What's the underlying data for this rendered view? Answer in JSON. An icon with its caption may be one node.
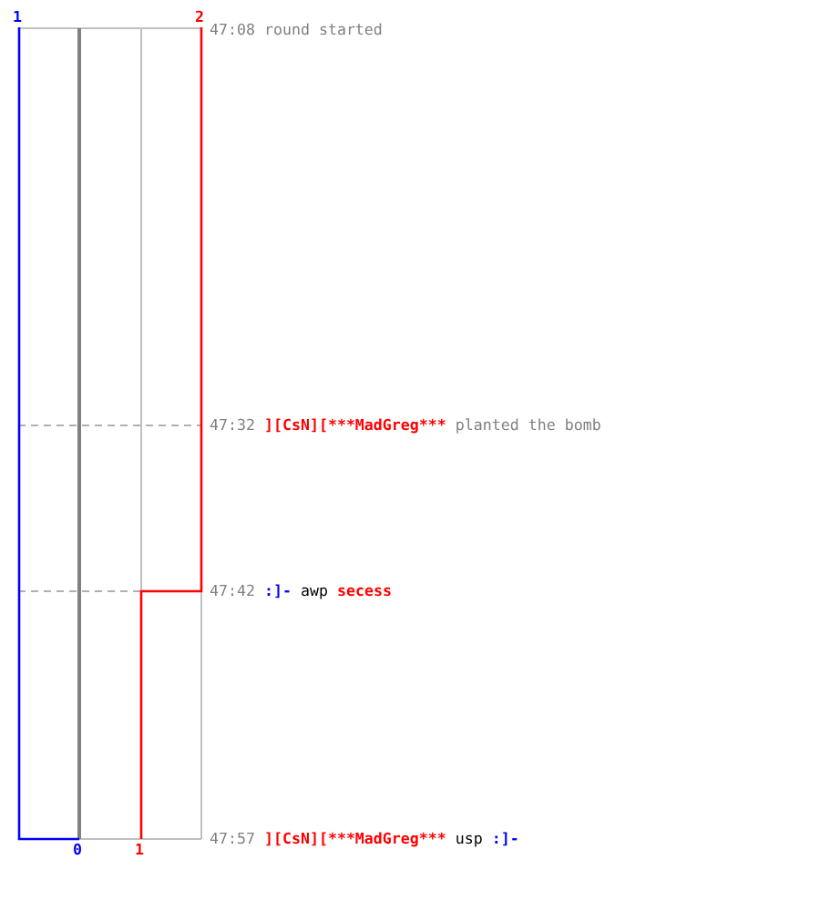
{
  "diagram": {
    "labels": [
      "1",
      "2",
      "47:08",
      "round started",
      "47:32",
      "][CsN][***MadGreg***",
      "planted the bomb",
      "47:42",
      ":]-",
      "awp",
      "secess",
      "0",
      "1",
      "47:57",
      "][CsN][***MadGreg***",
      "usp",
      ":]-"
    ]
  }
}
